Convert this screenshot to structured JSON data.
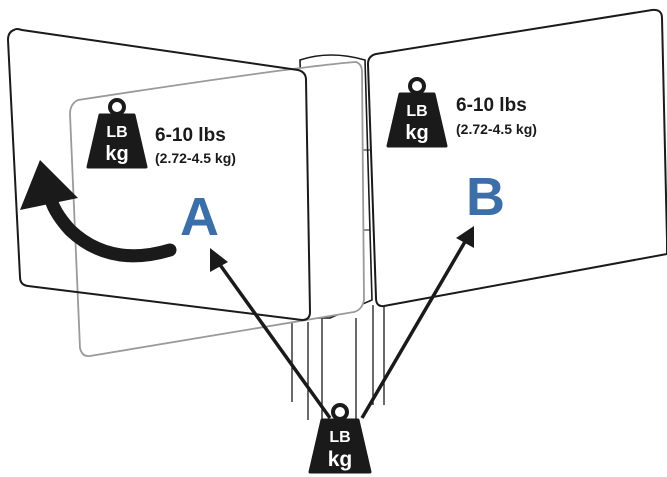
{
  "colors": {
    "ink": "#1a1a1a",
    "panel_letter": "#3c6ea8",
    "ghost_line": "#9a9a9a",
    "white": "#ffffff"
  },
  "icons": [
    "weight-icon",
    "rotate-arrow-icon",
    "pointer-arrow-icon"
  ],
  "weight_icon": {
    "top": "LB",
    "bottom": "kg"
  },
  "panel_a": {
    "letter": "A",
    "range": "6-10 lbs",
    "metric": "(2.72-4.5 kg)"
  },
  "panel_b": {
    "letter": "B",
    "range": "6-10 lbs",
    "metric": "(2.72-4.5 kg)"
  }
}
